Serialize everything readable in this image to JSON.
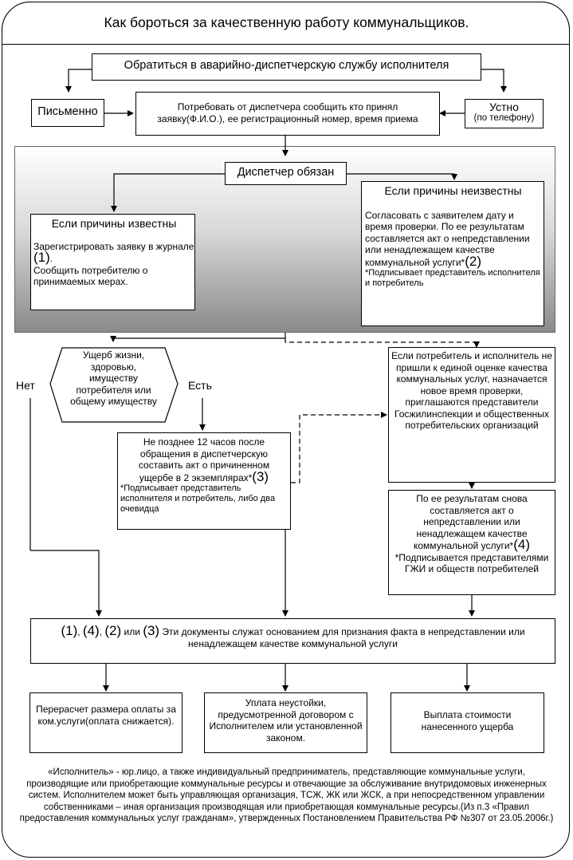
{
  "title": "Как бороться за качественную работу коммунальщиков.",
  "contact_dispatch": "Обратиться в аварийно-диспетчерскую службу исполнителя",
  "written": "Письменно",
  "oral": "Устно",
  "oral_sub": "(по телефону)",
  "request_info": "Потребовать от диспетчера сообщить кто принял заявку(Ф.И.О.), ее регистрационный номер, время приема",
  "dispatcher_must": "Диспетчер обязан",
  "known": {
    "title": "Если причины известны",
    "text_a": "Зарегистрировать заявку в журнале",
    "ref": "(1)",
    "text_b": ".",
    "text_c": "Сообщить потребителю о принимаемых мерах."
  },
  "unknown": {
    "title": "Если причины неизвестны",
    "text": "Согласовать с заявителем дату и время проверки. По ее результатам составляется акт о непредставлении или ненадлежащем качестве коммунальной услуги*",
    "ref": "(2)",
    "note": "*Подписывает представитель исполнителя и потребитель"
  },
  "damage": "Ущерб жизни, здоровью, имуществу потребителя или общему имуществу",
  "no": "Нет",
  "yes": "Есть",
  "damage_act": {
    "text": "Не позднее 12 часов после обращения в диспетчерскую составить акт о причиненном ущербе в 2 экземплярах*",
    "ref": "(3)",
    "note": "*Подписывает представитель исполнителя и потребитель, либо два очевидца"
  },
  "disagree": "Если потребитель и исполнитель не пришли к единой оценке качества коммунальных услуг, назначается новое время проверки, приглашаются представители Госжилинспекции и общественных потребительских организаций",
  "second_act": {
    "text": "По ее результатам снова составляется акт о непредставлении или ненадлежащем качестве коммунальной услуги*",
    "ref": "(4)",
    "note": "*Подписывается представителями ГЖИ и обществ потребителей"
  },
  "basis": {
    "r1": "(1)",
    "c1": ",",
    "r4": "(4)",
    "c2": ",",
    "r2": "(2)",
    "or": "или",
    "r3": "(3)",
    "text": "Эти документы служат основанием для признания факта в непредставлении или ненадлежащем качестве коммунальной услуги"
  },
  "outcomes": [
    "Перерасчет размера оплаты за ком.услуги(оплата снижается).",
    "Уплата неустойки, предусмотренной договором с Исполнителем или установленной законом.",
    "Выплата стоимости нанесенного ущерба"
  ],
  "footnote": "«Исполнитель» - юр.лицо, а также индивидуальный предприниматель, представляющие коммунальные услуги, производящие или приобретающие коммунальные ресурсы и отвечающие за обслуживание внутридомовых инженерных систем. Исполнителем может быть управляющая организация, ТСЖ, ЖК или ЖСК, а при непосредственном управлении собственниками – иная организация производящая или приобретающая коммунальные ресурсы.(Из п.3 «Правил предоставления коммунальных услуг гражданам», утвержденных Постановлением Правительства РФ №307 от 23.05.2006г.)"
}
